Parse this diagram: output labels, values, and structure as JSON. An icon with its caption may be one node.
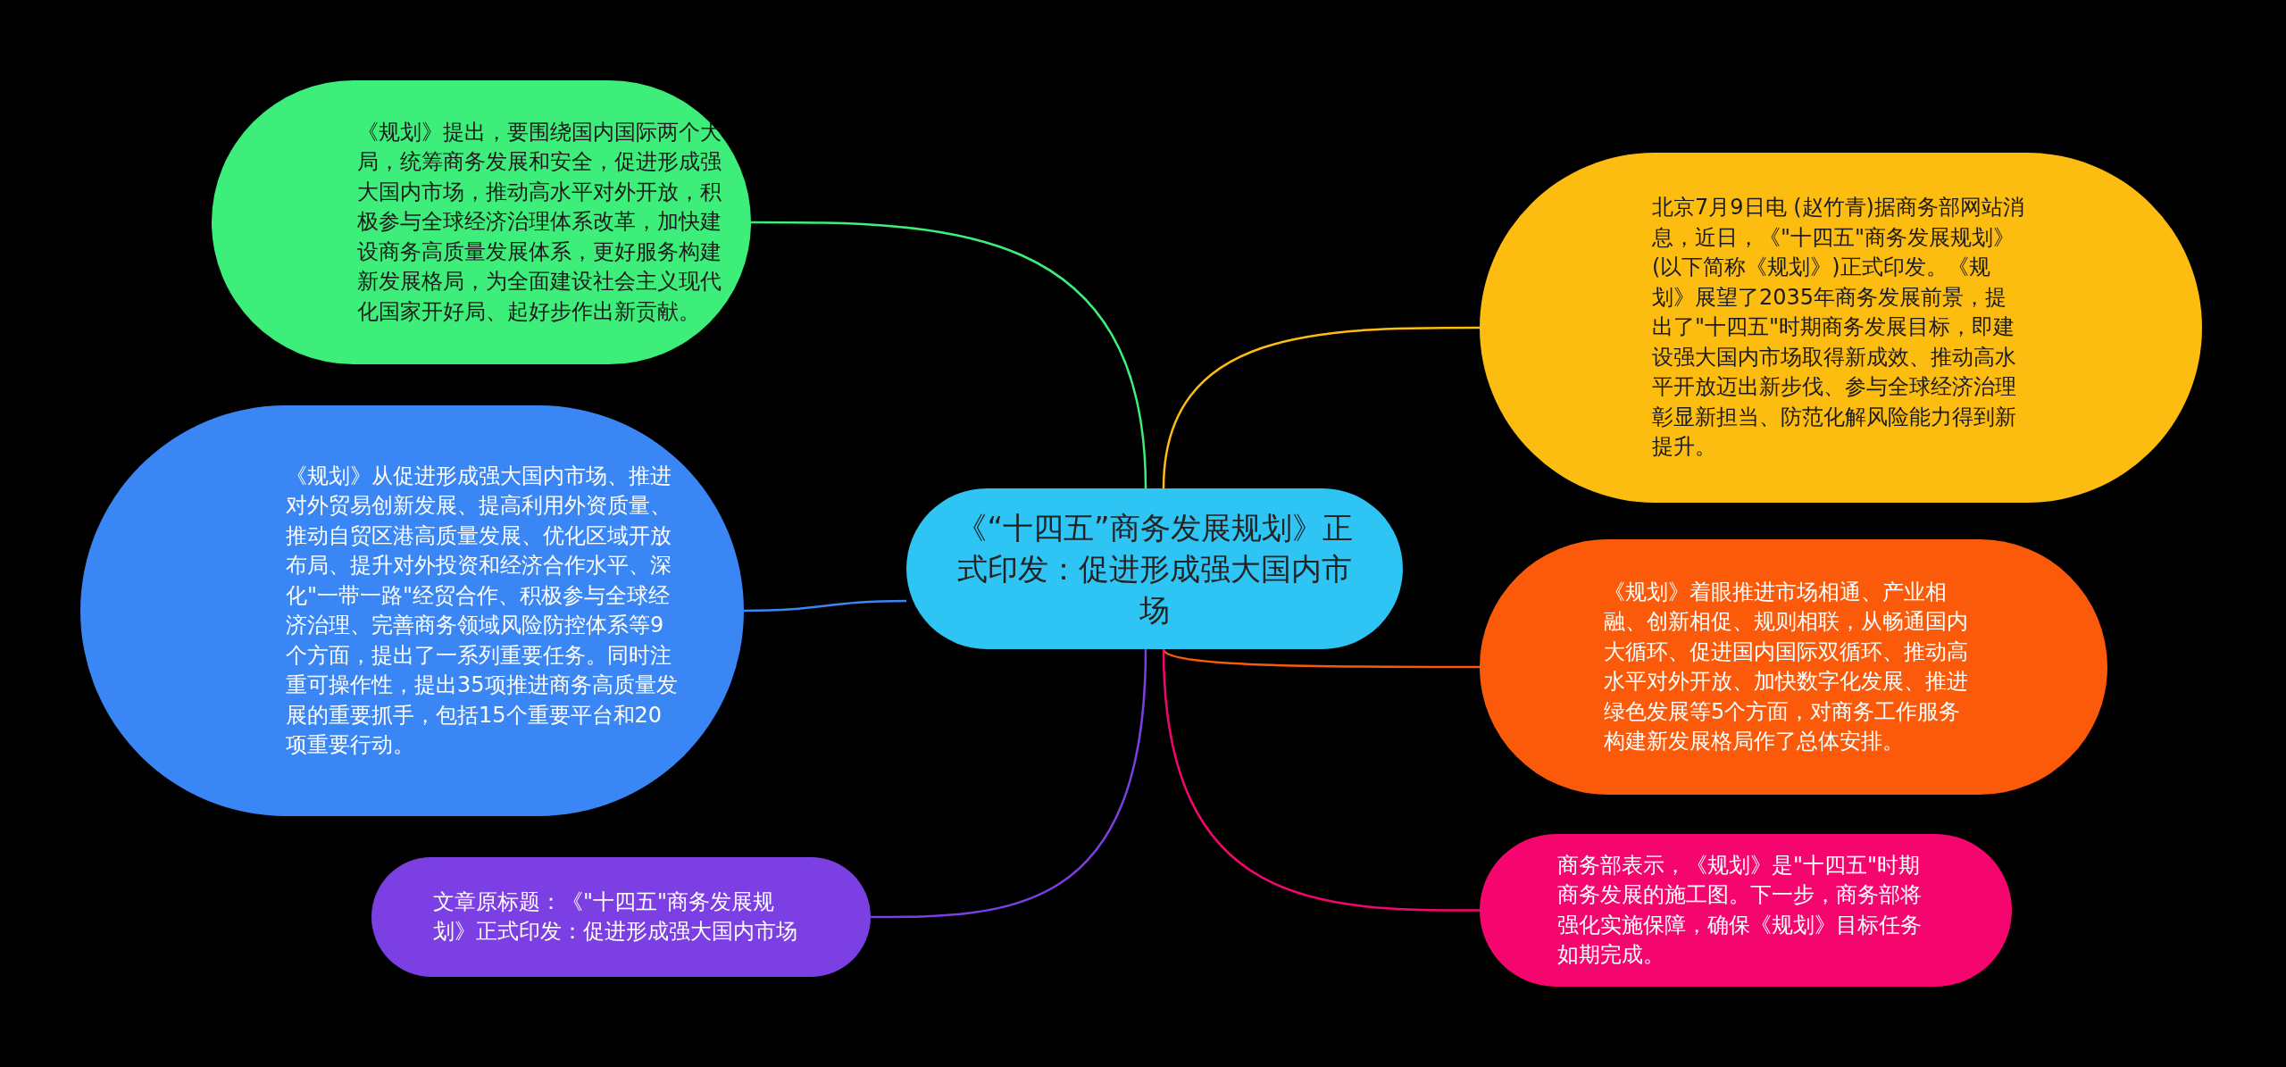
{
  "diagram": {
    "nodes": [
      {
        "text": [
          "《“十四五”商务发展规划》正式印发：促进形成强大国内市场"
        ]
      },
      {
        "text": [
          "《规划》提出，要围绕国内国际两个大局，统筹商务发展和安全，促进形成强大国内市场，推动高水平对外开放，积极参与全球经济治理体系改革，加快建设商务高质量发展体系，更好服务构建新发展格局，为全面建设社会主义现代化国家开好局、起好步作出新贡献。"
        ]
      },
      {
        "text": [
          "《规划》从促进形成强大国内市场、推进对外贸易创新发展、提高利用外资质量、推动自贸区港高质量发展、优化区域开放布局、提升对外投资和经济合作水平、深化\"一带一路\"经贸合作、积极参与全球经济治理、完善商务领域风险防控体系等9个方面，提出了一系列重要任务。同时注重可操作性，提出35项推进商务高质量发展的重要抓手，包括15个重要平台和20项重要行动。"
        ]
      },
      {
        "text": [
          "文章原标题：《\"十四五\"商务发展规划》正式印发：促进形成强大国内市场"
        ]
      },
      {
        "text": [
          "北京7月9日电 (赵竹青)据商务部网站消息，近日，《\"十四五\"商务发展规划》(以下简称《规划》)正式印发。《规划》展望了2035年商务发展前景，提出了\"十四五\"时期商务发展目标，即建设强大国内市场取得新成效、推动高水平开放迈出新步伐、参与全球经济治理彰显新担当、防范化解风险能力得到新提升。"
        ]
      },
      {
        "text": [
          "《规划》着眼推进市场相通、产业相融、创新相促、规则相联，从畅通国内大循环、促进国内国际双循环、推动高水平对外开放、加快数字化发展、推进绿色发展等5个方面，对商务工作服务构建新发展格局作了总体安排。"
        ]
      },
      {
        "text": [
          "商务部表示，《规划》是\"十四五\"时期商务发展的施工图。下一步，商务部将强化实施保障，确保《规划》目标任务如期完成。"
        ]
      }
    ],
    "edges": [
      {
        "from": 0,
        "to": 1,
        "arrow": "none",
        "color": "#3def7a"
      },
      {
        "from": 0,
        "to": 2,
        "arrow": "none",
        "color": "#3b86f5"
      },
      {
        "from": 0,
        "to": 3,
        "arrow": "none",
        "color": "#7b3fe4"
      },
      {
        "from": 0,
        "to": 4,
        "arrow": "none",
        "color": "#fcbc10"
      },
      {
        "from": 0,
        "to": 5,
        "arrow": "none",
        "color": "#fa5a0a"
      },
      {
        "from": 0,
        "to": 6,
        "arrow": "none",
        "color": "#f5066e"
      }
    ]
  }
}
